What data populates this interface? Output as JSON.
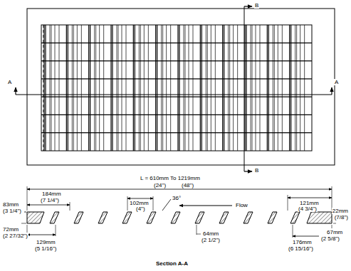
{
  "diagram": {
    "labels": [
      "B",
      "A",
      "A",
      "B",
      "L = 610mm To 1219mm",
      "(24\")",
      "(48\")",
      "184mm",
      "(7 1/4\")",
      "83mm",
      "(3 1/4\")",
      "102mm",
      "(4\")",
      "36°",
      "Flow",
      "121mm",
      "(4 3/4\")",
      "22mm",
      "(7/8\")",
      "72mm",
      "(2 27/32\")",
      "129mm",
      "(5 1/16\")",
      "64mm",
      "(2 1/2\")",
      "176mm",
      "(6 15/16\")",
      "67mm",
      "(2 5/8\")",
      "Section A-A"
    ]
  }
}
